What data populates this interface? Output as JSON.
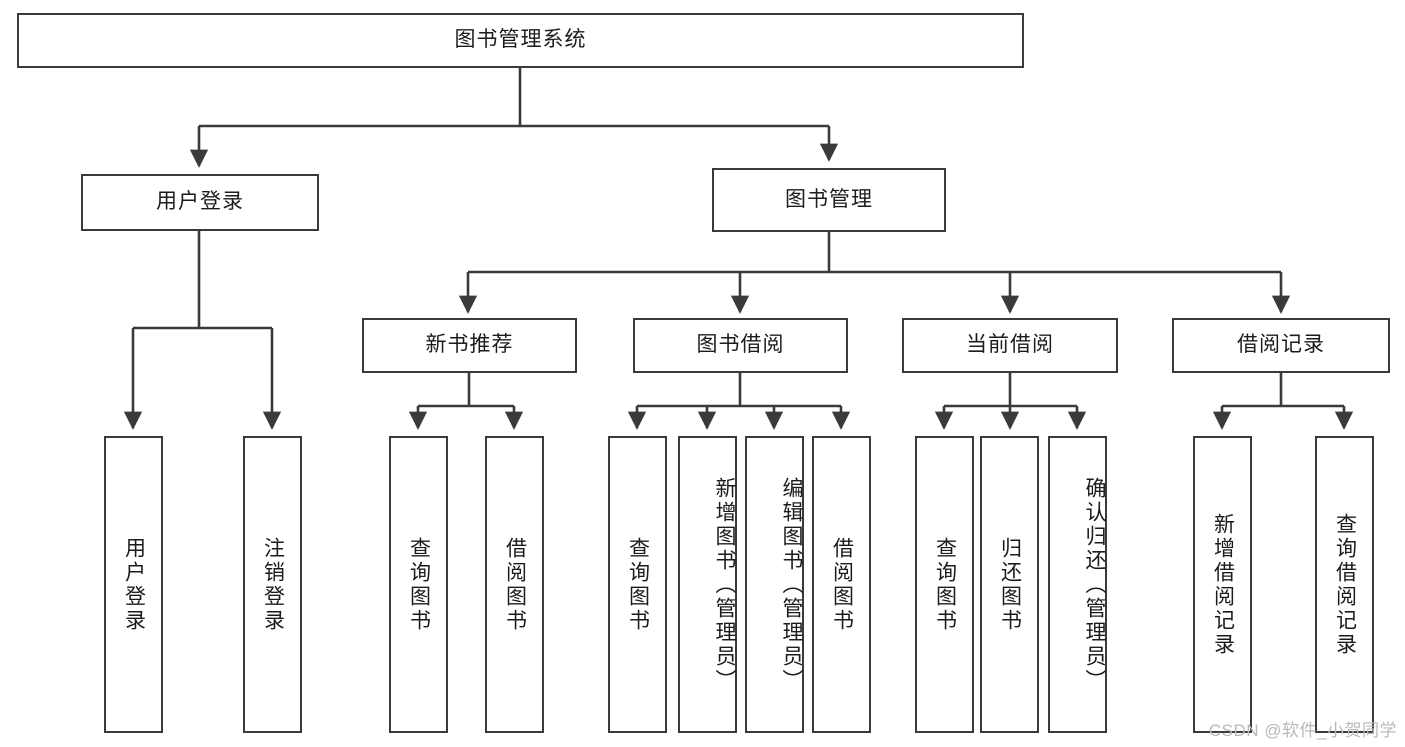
{
  "diagram": {
    "type": "tree-hierarchy-diagram",
    "title": "图书管理系统",
    "stroke_color": "#3a3a3a",
    "background_color": "#ffffff",
    "text_color": "#1c1c1c",
    "root": {
      "label": "图书管理系统",
      "orientation": "horizontal"
    },
    "level2": [
      {
        "label": "用户登录",
        "orientation": "horizontal"
      },
      {
        "label": "图书管理",
        "orientation": "horizontal"
      }
    ],
    "level3": [
      {
        "label": "新书推荐",
        "orientation": "horizontal"
      },
      {
        "label": "图书借阅",
        "orientation": "horizontal"
      },
      {
        "label": "当前借阅",
        "orientation": "horizontal"
      },
      {
        "label": "借阅记录",
        "orientation": "horizontal"
      }
    ],
    "leaves": {
      "user_login": [
        {
          "label": "用户登录",
          "orientation": "vertical"
        },
        {
          "label": "注销登录",
          "orientation": "vertical"
        }
      ],
      "new_book_recommend": [
        {
          "label": "查询图书",
          "orientation": "vertical"
        },
        {
          "label": "借阅图书",
          "orientation": "vertical"
        }
      ],
      "book_borrow": [
        {
          "label": "查询图书",
          "orientation": "vertical"
        },
        {
          "label": "新增图书（管理员）",
          "orientation": "vertical"
        },
        {
          "label": "编辑图书（管理员）",
          "orientation": "vertical"
        },
        {
          "label": "借阅图书",
          "orientation": "vertical"
        }
      ],
      "current_borrow": [
        {
          "label": "查询图书",
          "orientation": "vertical"
        },
        {
          "label": "归还图书",
          "orientation": "vertical"
        },
        {
          "label": "确认归还（管理员）",
          "orientation": "vertical"
        }
      ],
      "borrow_record": [
        {
          "label": "新增借阅记录",
          "orientation": "vertical"
        },
        {
          "label": "查询借阅记录",
          "orientation": "vertical"
        }
      ]
    }
  },
  "watermark": {
    "text": "CSDN @软件_小贺同学"
  }
}
